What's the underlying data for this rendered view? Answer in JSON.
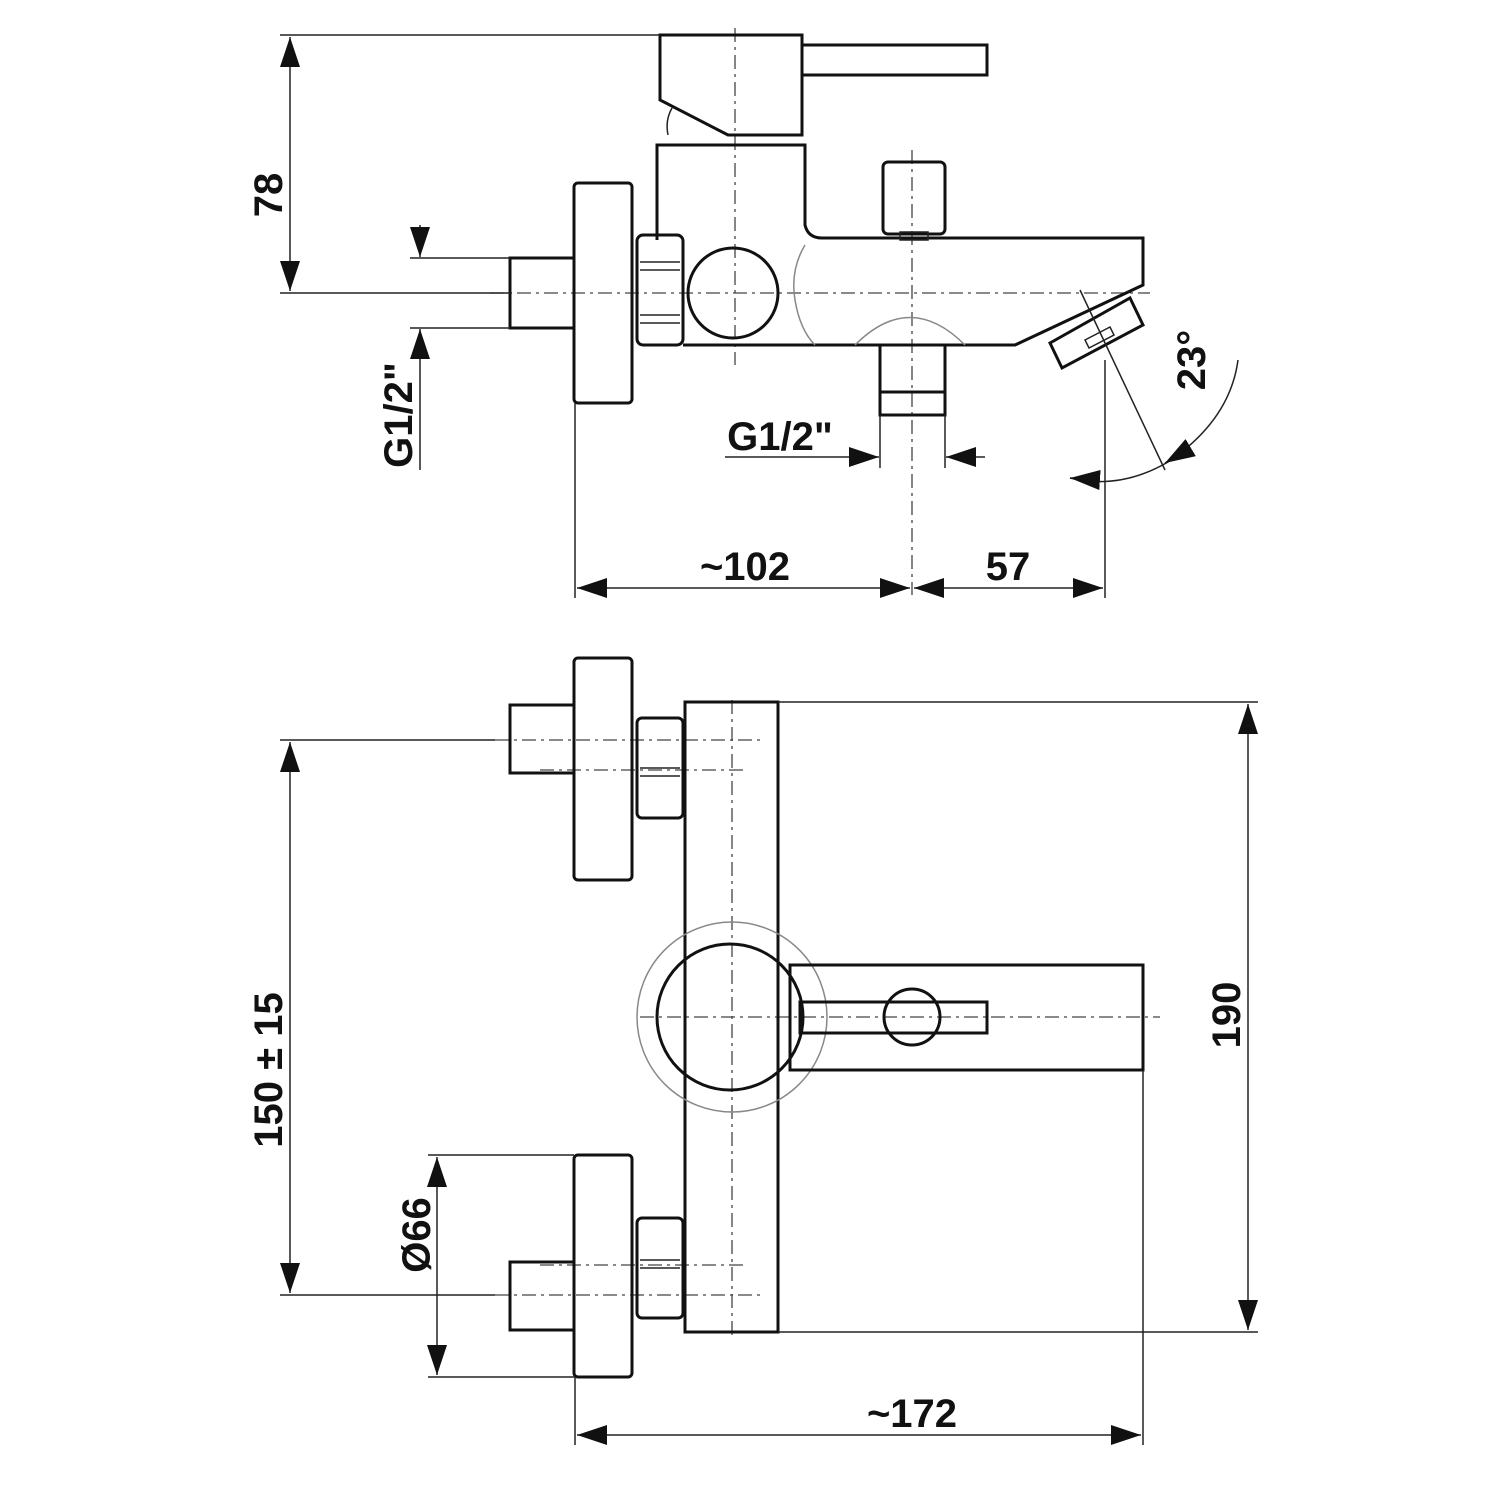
{
  "top_view": {
    "height_label": "78",
    "inlet_thread_label": "G1/2\"",
    "outlet_thread_label": "G1/2\"",
    "depth_label": "~102",
    "spout_offset_label": "57",
    "spout_angle_label": "23°"
  },
  "front_view": {
    "inlet_spacing_label": "150 ± 15",
    "flange_diameter_label": "Ø66",
    "height_label": "190",
    "width_label": "~172"
  }
}
